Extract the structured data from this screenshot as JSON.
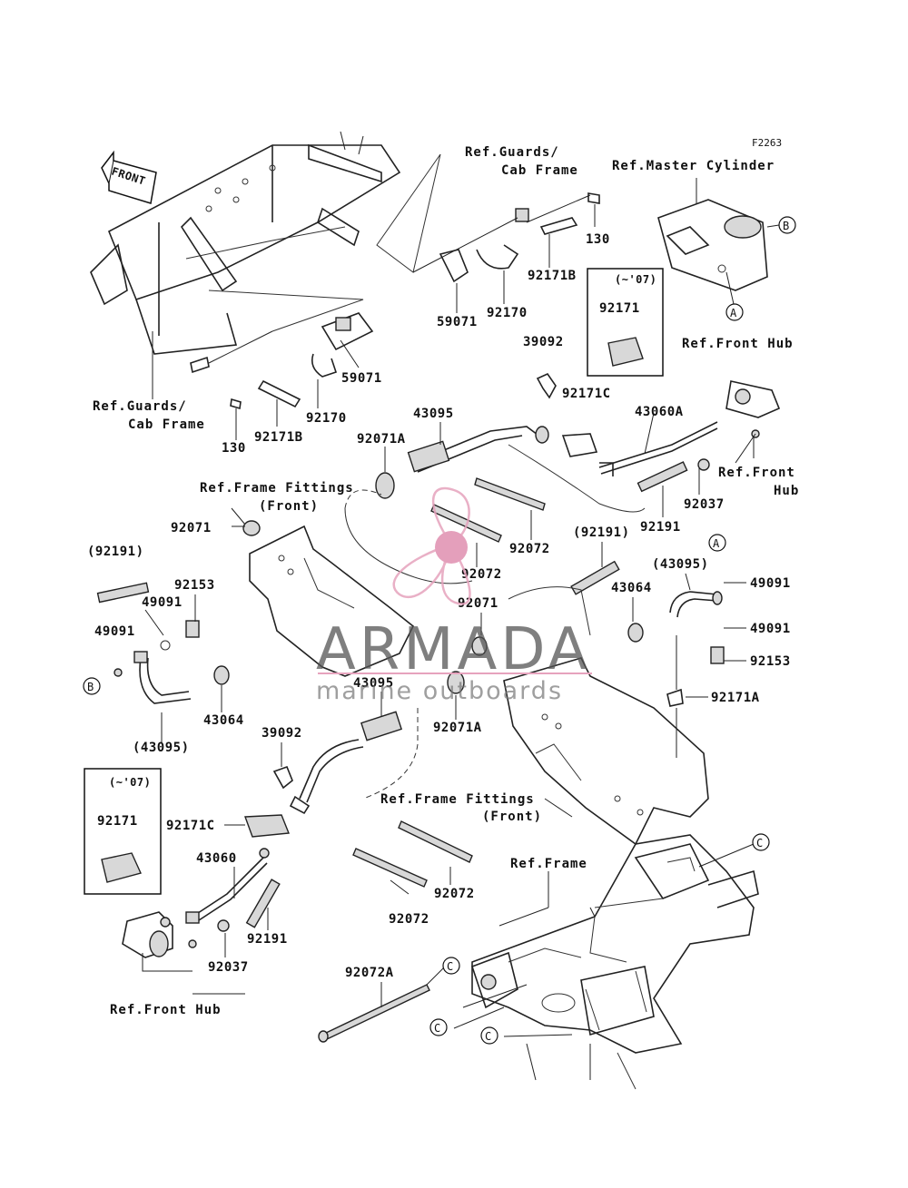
{
  "diagram_code": "F2263",
  "front_marker": "FRONT",
  "refs": {
    "guards_top_line1": "Ref.Guards/",
    "guards_top_line2": "Cab Frame",
    "master_cylinder": "Ref.Master Cylinder",
    "front_hub_top": "Ref.Front Hub",
    "guards_left_line1": "Ref.Guards/",
    "guards_left_line2": "Cab Frame",
    "front_hub_right_line1": "Ref.Front",
    "front_hub_right_line2": "Hub",
    "frame_fittings_top_line1": "Ref.Frame Fittings",
    "frame_fittings_top_line2": "(Front)",
    "frame_fittings_mid_line1": "Ref.Frame Fittings",
    "frame_fittings_mid_line2": "(Front)",
    "frame": "Ref.Frame",
    "front_hub_bottom": "Ref.Front Hub"
  },
  "inset_boxes": [
    {
      "title": "(~'07)",
      "part": "92171"
    },
    {
      "title": "(~'07)",
      "part": "92171"
    }
  ],
  "circle_markers": {
    "A": "A",
    "B": "B",
    "C": "C"
  },
  "parts": {
    "p130_top": "130",
    "p92171B_top": "92171B",
    "p59071_top": "59071",
    "p92170_top": "92170",
    "p39092_top": "39092",
    "p92171C_top": "92171C",
    "p59071_mid": "59071",
    "p92170_mid": "92170",
    "p92171B_mid": "92171B",
    "p130_mid": "130",
    "p43095_top": "43095",
    "p92071A_top": "92071A",
    "p43060A": "43060A",
    "p92037_top": "92037",
    "p92191_top": "92191",
    "p92071_left": "92071",
    "p92072_a": "92072",
    "p92072_b": "92072",
    "p92191_paren_left": "(92191)",
    "p92153_left": "92153",
    "p49091_left_a": "49091",
    "p49091_left_b": "49091",
    "p92071_mid": "92071",
    "p92191_paren_right": "(92191)",
    "p43095_paren_right": "(43095)",
    "p43064_right": "43064",
    "p49091_right_a": "49091",
    "p49091_right_b": "49091",
    "p92153_right": "92153",
    "p92171A": "92171A",
    "p43064_left": "43064",
    "p43095_paren_left": "(43095)",
    "p43095_mid": "43095",
    "p92071A_mid": "92071A",
    "p39092_mid": "39092",
    "p92171C_mid": "92171C",
    "p43060": "43060",
    "p92072_c": "92072",
    "p92072_d": "92072",
    "p92191_bottom": "92191",
    "p92037_bottom": "92037",
    "p92072A": "92072A"
  },
  "watermark": {
    "brand": "ARMADA",
    "tagline": "marine outboards",
    "accent_color": "#e6a3bd",
    "hub_color": "#e08fb0"
  }
}
